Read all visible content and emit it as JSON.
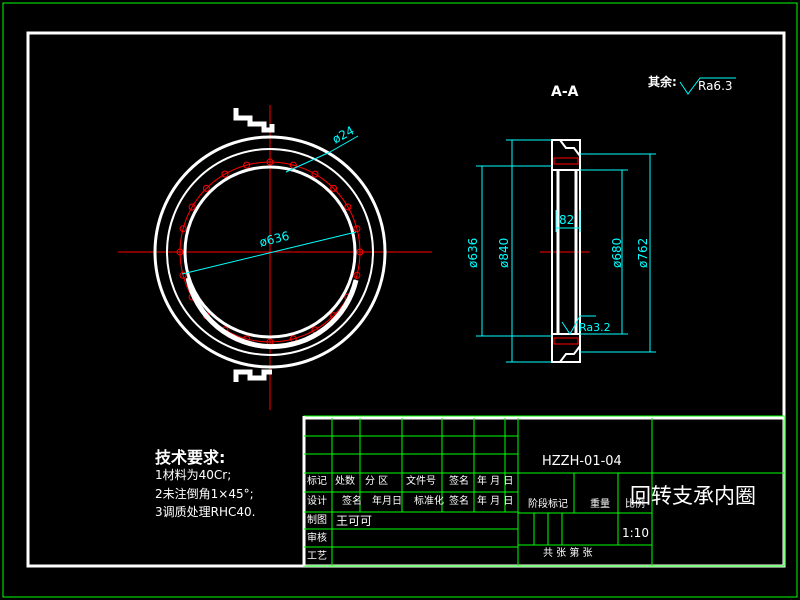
{
  "notes": {
    "title": "技术要求:",
    "items": [
      "1材料为40Cr;",
      "2未注倒角1×45°;",
      "3调质处理RHC40."
    ]
  },
  "roughness": {
    "prefix": "其余:",
    "value": "Ra6.3",
    "section_value": "Ra3.2"
  },
  "section_label": "A-A",
  "front_view": {
    "dim_hole": "ø24",
    "dim_inner": "ø636"
  },
  "section_view": {
    "dim_left_inner": "ø636",
    "dim_left_outer": "ø840",
    "dim_width": "82",
    "dim_right_inner": "ø680",
    "dim_right_outer": "ø762"
  },
  "title_block": {
    "drawing_number": "HZZH-01-04",
    "part_name": "回转支承内圈",
    "scale": "1:10",
    "headers_row1": [
      "标记",
      "处数",
      "分 区",
      "文件号",
      "签名",
      "年 月 日"
    ],
    "headers_row2": [
      "设计",
      "签名",
      "年月日",
      "标准化",
      "签名",
      "年 月 日"
    ],
    "stage_mark": "阶段标记",
    "weight": "重量",
    "ratio": "比例",
    "drawn_by_label": "制图",
    "drawn_by_name": "王可可",
    "review_label": "审核",
    "process_label": "工艺",
    "sheets": "共  张 第  张"
  },
  "colors": {
    "border": "#ffffff",
    "table_lines": "#00ff00",
    "dimensions": "#00ffff",
    "centerlines": "#ff0000",
    "part": "#ffffff"
  }
}
